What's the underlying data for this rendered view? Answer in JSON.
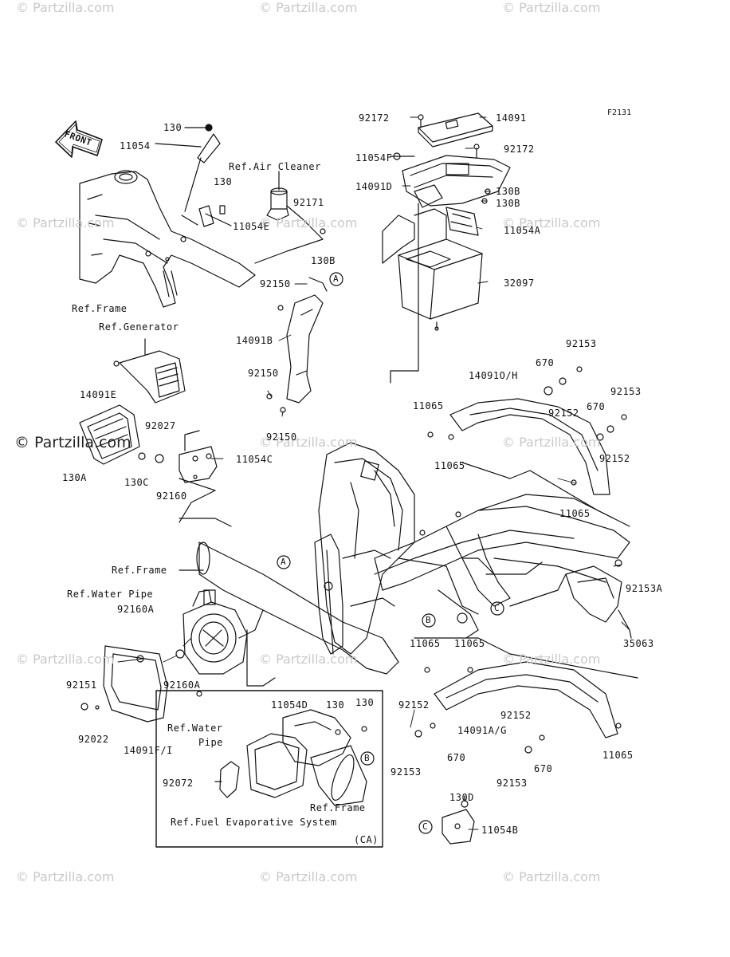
{
  "figure_code": "F2131",
  "watermark_text": "© Partzilla.com",
  "front_arrow_label": "FRONT",
  "part_labels": [
    {
      "id": "p130a",
      "text": "130"
    },
    {
      "id": "p11054",
      "text": "11054"
    },
    {
      "id": "p130b",
      "text": "130"
    },
    {
      "id": "p11054e",
      "text": "11054E"
    },
    {
      "id": "pRefAir",
      "text": "Ref.Air Cleaner"
    },
    {
      "id": "p92171",
      "text": "92171"
    },
    {
      "id": "p130B_1",
      "text": "130B"
    },
    {
      "id": "pRefFrame1",
      "text": "Ref.Frame"
    },
    {
      "id": "p92172a",
      "text": "92172"
    },
    {
      "id": "p14091",
      "text": "14091"
    },
    {
      "id": "p11054f",
      "text": "11054F"
    },
    {
      "id": "p92172b",
      "text": "92172"
    },
    {
      "id": "p14091d",
      "text": "14091D"
    },
    {
      "id": "p130B_2",
      "text": "130B"
    },
    {
      "id": "p130B_3",
      "text": "130B"
    },
    {
      "id": "p11054a",
      "text": "11054A"
    },
    {
      "id": "p32097",
      "text": "32097"
    },
    {
      "id": "p92150a",
      "text": "92150"
    },
    {
      "id": "p14091b",
      "text": "14091B"
    },
    {
      "id": "p92150b",
      "text": "92150"
    },
    {
      "id": "p92150c",
      "text": "92150"
    },
    {
      "id": "pRefGen",
      "text": "Ref.Generator"
    },
    {
      "id": "p14091e",
      "text": "14091E"
    },
    {
      "id": "p92027",
      "text": "92027"
    },
    {
      "id": "p11054c",
      "text": "11054C"
    },
    {
      "id": "p130A",
      "text": "130A"
    },
    {
      "id": "p130C",
      "text": "130C"
    },
    {
      "id": "p92160",
      "text": "92160"
    },
    {
      "id": "p92153a",
      "text": "92153"
    },
    {
      "id": "p670a",
      "text": "670"
    },
    {
      "id": "p14091oh",
      "text": "14091O/H"
    },
    {
      "id": "p92153b",
      "text": "92153"
    },
    {
      "id": "p11065a",
      "text": "11065"
    },
    {
      "id": "p92152a",
      "text": "92152"
    },
    {
      "id": "p670b",
      "text": "670"
    },
    {
      "id": "p11065b",
      "text": "11065"
    },
    {
      "id": "p92152b",
      "text": "92152"
    },
    {
      "id": "p11065c",
      "text": "11065"
    },
    {
      "id": "pRefFrame2",
      "text": "Ref.Frame"
    },
    {
      "id": "pRefWater1",
      "text": "Ref.Water Pipe"
    },
    {
      "id": "p92160A1",
      "text": "92160A"
    },
    {
      "id": "p92153A",
      "text": "92153A"
    },
    {
      "id": "p35063",
      "text": "35063"
    },
    {
      "id": "p11065d",
      "text": "11065"
    },
    {
      "id": "p11065e",
      "text": "11065"
    },
    {
      "id": "p92151",
      "text": "92151"
    },
    {
      "id": "p92160A2",
      "text": "92160A"
    },
    {
      "id": "p92022",
      "text": "92022"
    },
    {
      "id": "pRefWater2a",
      "text": "Ref.Water"
    },
    {
      "id": "pRefWater2b",
      "text": "Pipe"
    },
    {
      "id": "p14091fi",
      "text": "14091F/I"
    },
    {
      "id": "p11054d",
      "text": "11054D"
    },
    {
      "id": "p130c1",
      "text": "130"
    },
    {
      "id": "p130c2",
      "text": "130"
    },
    {
      "id": "p92152c",
      "text": "92152"
    },
    {
      "id": "p14091ag",
      "text": "14091A/G"
    },
    {
      "id": "p92152d",
      "text": "92152"
    },
    {
      "id": "p670c",
      "text": "670"
    },
    {
      "id": "p670d",
      "text": "670"
    },
    {
      "id": "p92153c",
      "text": "92153"
    },
    {
      "id": "p92153d",
      "text": "92153"
    },
    {
      "id": "p11065f",
      "text": "11065"
    },
    {
      "id": "p92072",
      "text": "92072"
    },
    {
      "id": "pRefFrame3",
      "text": "Ref.Frame"
    },
    {
      "id": "pRefFuel",
      "text": "Ref.Fuel Evaporative System"
    },
    {
      "id": "pCA",
      "text": "(CA)"
    },
    {
      "id": "p130D",
      "text": "130D"
    },
    {
      "id": "p11054b",
      "text": "11054B"
    }
  ],
  "callouts": [
    "A",
    "A",
    "B",
    "B",
    "C",
    "C"
  ]
}
